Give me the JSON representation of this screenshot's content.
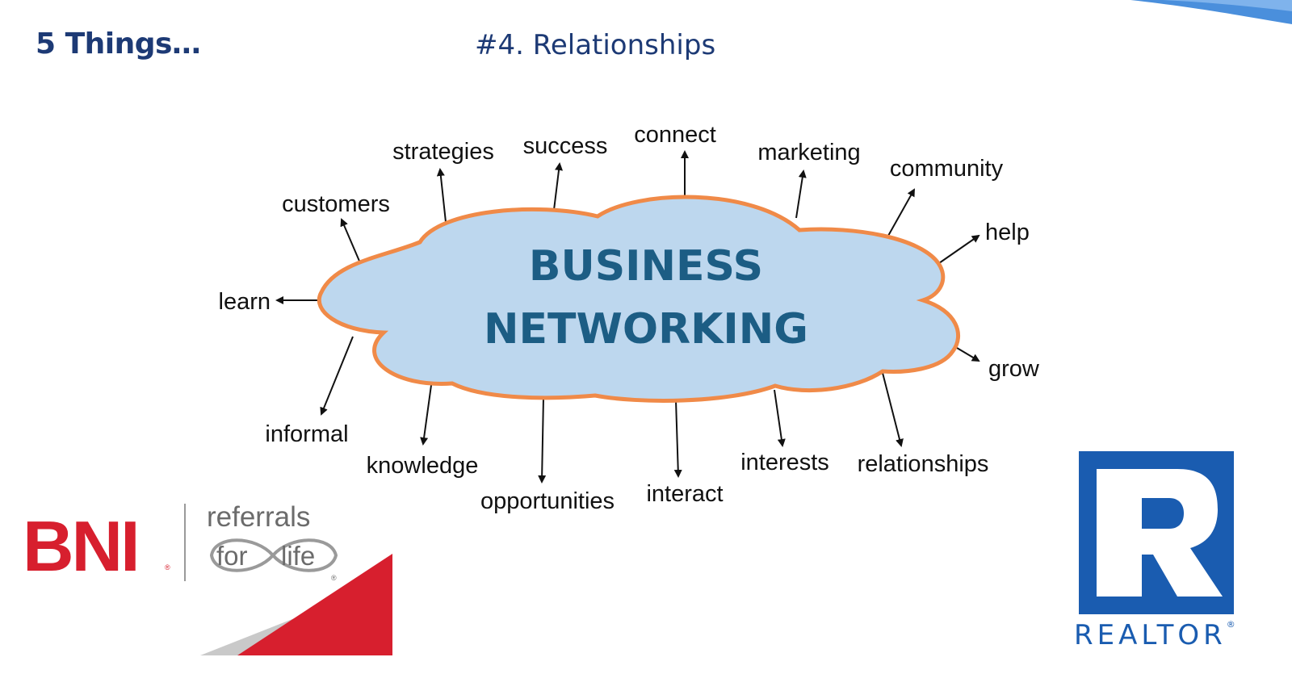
{
  "header": {
    "left_title": "5 Things…",
    "main_title": "#4.  Relationships"
  },
  "diagram": {
    "center_line1": "BUSINESS",
    "center_line2": "NETWORKING",
    "words": {
      "strategies": "strategies",
      "success": "success",
      "connect": "connect",
      "marketing": "marketing",
      "community": "community",
      "customers": "customers",
      "help": "help",
      "learn": "learn",
      "grow": "grow",
      "informal": "informal",
      "knowledge": "knowledge",
      "opportunities": "opportunities",
      "interact": "interact",
      "interests": "interests",
      "relationships": "relationships"
    },
    "colors": {
      "cloud_fill": "#bdd7ee",
      "cloud_outline": "#f08a48",
      "title": "#1c5d84"
    }
  },
  "logos": {
    "bni": {
      "wordmark": "BNI",
      "tagline_line1": "referrals",
      "tagline_for": "for",
      "tagline_life": "life",
      "reg": "®",
      "color": "#d71f2e"
    },
    "realtor": {
      "letter": "R",
      "word": "REALTOR",
      "reg": "®",
      "color": "#1a5cb0"
    }
  }
}
